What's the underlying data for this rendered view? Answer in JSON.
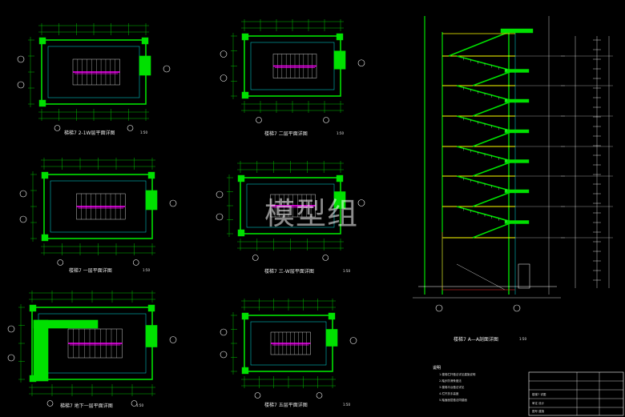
{
  "watermark": "模型组",
  "colors": {
    "wall": "#00e000",
    "dim": "#00c000",
    "stair": "#ff00ff",
    "axis": "#ffffff",
    "outline": "#00bfbf",
    "floor": "#ffff00",
    "red": "#ff3030"
  },
  "plans": [
    {
      "title": "梯梯7  2-1W层平面详图",
      "scale": "1:50"
    },
    {
      "title": "楼梯7  二层平面详图",
      "scale": "1:50"
    },
    {
      "title": "楼梯7  一层平面详图",
      "scale": "1:50"
    },
    {
      "title": "楼梯7  三-W层平面详图",
      "scale": "1:50"
    },
    {
      "title": "梯梯7  地下一层平面详图",
      "scale": "1:50"
    },
    {
      "title": "楼梯7  五层平面详图",
      "scale": "1:50"
    }
  ],
  "section": {
    "title": "楼梯7  A—A剖面详图",
    "scale": "1:50"
  },
  "notes": {
    "heading": "说明",
    "lines": [
      "1.楼梯栏杆做法详见建施说明",
      "2.踏步防滑条做法",
      "3.楼梯平台做法详见",
      "4.栏杆扶手高度",
      "5.踏面面层做法同楼面"
    ]
  },
  "titleblock": {
    "row1": "楼梯7  详图",
    "row2": "审定  设计",
    "row3": "图号 建施"
  }
}
